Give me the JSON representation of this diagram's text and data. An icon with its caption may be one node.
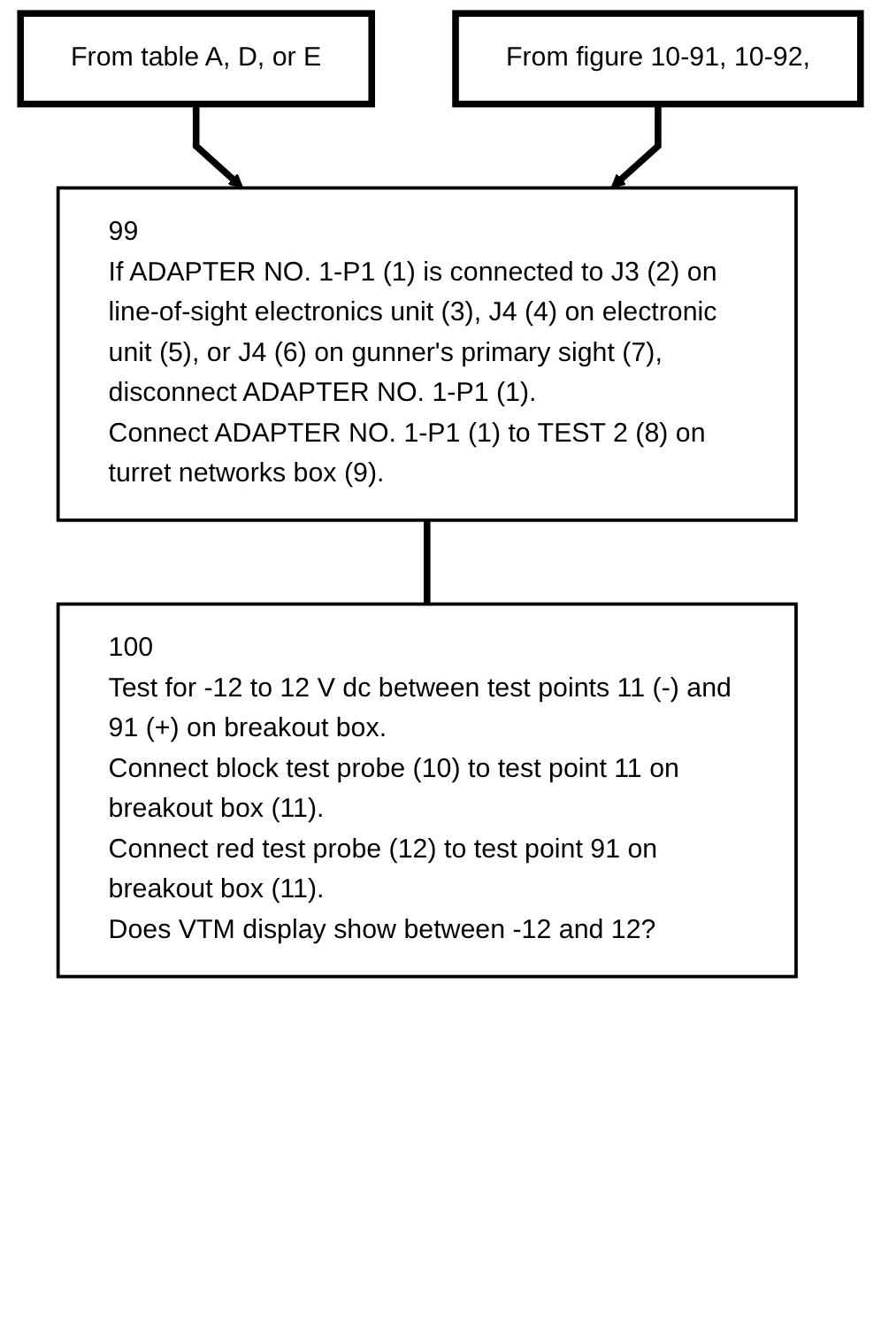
{
  "diagram": {
    "nodes": [
      {
        "text": [
          "From table A, D, or E"
        ]
      },
      {
        "text": [
          "From figure 10-91, 10-92,"
        ]
      },
      {
        "text": [
          "99",
          "If ADAPTER NO. 1-P1 (1) is connected to J3 (2) on line-of-sight electronics unit (3), J4 (4) on electronic unit (5), or J4 (6) on gunner's primary sight (7), disconnect ADAPTER NO. 1-P1 (1).",
          "Connect ADAPTER NO. 1-P1 (1) to TEST 2 (8) on turret networks box (9)."
        ]
      },
      {
        "text": [
          "100",
          "Test for -12 to 12 V dc between test points 11 (-) and 91 (+) on breakout box.",
          "Connect block test probe (10) to test point 11 on breakout box (11).",
          "Connect red test probe (12) to test point 91 on breakout box (11).",
          "Does VTM display show between -12 and 12?"
        ]
      }
    ],
    "edges": [
      {
        "from": 0,
        "to": 2,
        "arrow": "to"
      },
      {
        "from": 1,
        "to": 2,
        "arrow": "to"
      },
      {
        "from": 2,
        "to": 3,
        "arrow": "none"
      }
    ]
  }
}
